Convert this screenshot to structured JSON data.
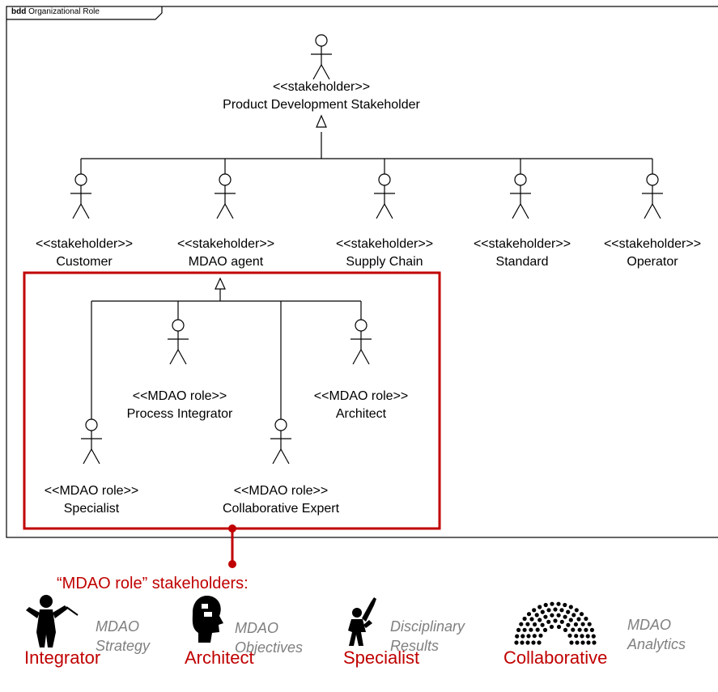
{
  "frame": {
    "keyword": "bdd",
    "name": "Organizational Role"
  },
  "root": {
    "stereotype": "<<stakeholder>>",
    "name": "Product Development Stakeholder"
  },
  "stakeholders": [
    {
      "stereotype": "<<stakeholder>>",
      "name": "Customer"
    },
    {
      "stereotype": "<<stakeholder>>",
      "name": "MDAO agent"
    },
    {
      "stereotype": "<<stakeholder>>",
      "name": "Supply Chain"
    },
    {
      "stereotype": "<<stakeholder>>",
      "name": "Standard"
    },
    {
      "stereotype": "<<stakeholder>>",
      "name": "Operator"
    }
  ],
  "mdao_roles": [
    {
      "stereotype": "<<MDAO role>>",
      "name": "Process Integrator"
    },
    {
      "stereotype": "<<MDAO role>>",
      "name": "Architect"
    },
    {
      "stereotype": "<<MDAO role>>",
      "name": "Specialist"
    },
    {
      "stereotype": "<<MDAO role>>",
      "name": "Collaborative Expert"
    }
  ],
  "callout": {
    "title": "“MDAO role” stakeholders:",
    "roles": [
      {
        "name": "Integrator",
        "desc_line1": "MDAO",
        "desc_line2": "Strategy",
        "icon": "conductor-icon"
      },
      {
        "name": "Architect",
        "desc_line1": "MDAO",
        "desc_line2": "Objectives",
        "icon": "head-puzzle-icon"
      },
      {
        "name": "Specialist",
        "desc_line1": "Disciplinary",
        "desc_line2": "Results",
        "icon": "saxophonist-icon"
      },
      {
        "name": "Collaborative",
        "desc_line1": "MDAO",
        "desc_line2": "Analytics",
        "icon": "parliament-icon"
      }
    ]
  },
  "colors": {
    "highlight": "#c00000",
    "line": "#000000",
    "description": "#7f7f7f"
  }
}
